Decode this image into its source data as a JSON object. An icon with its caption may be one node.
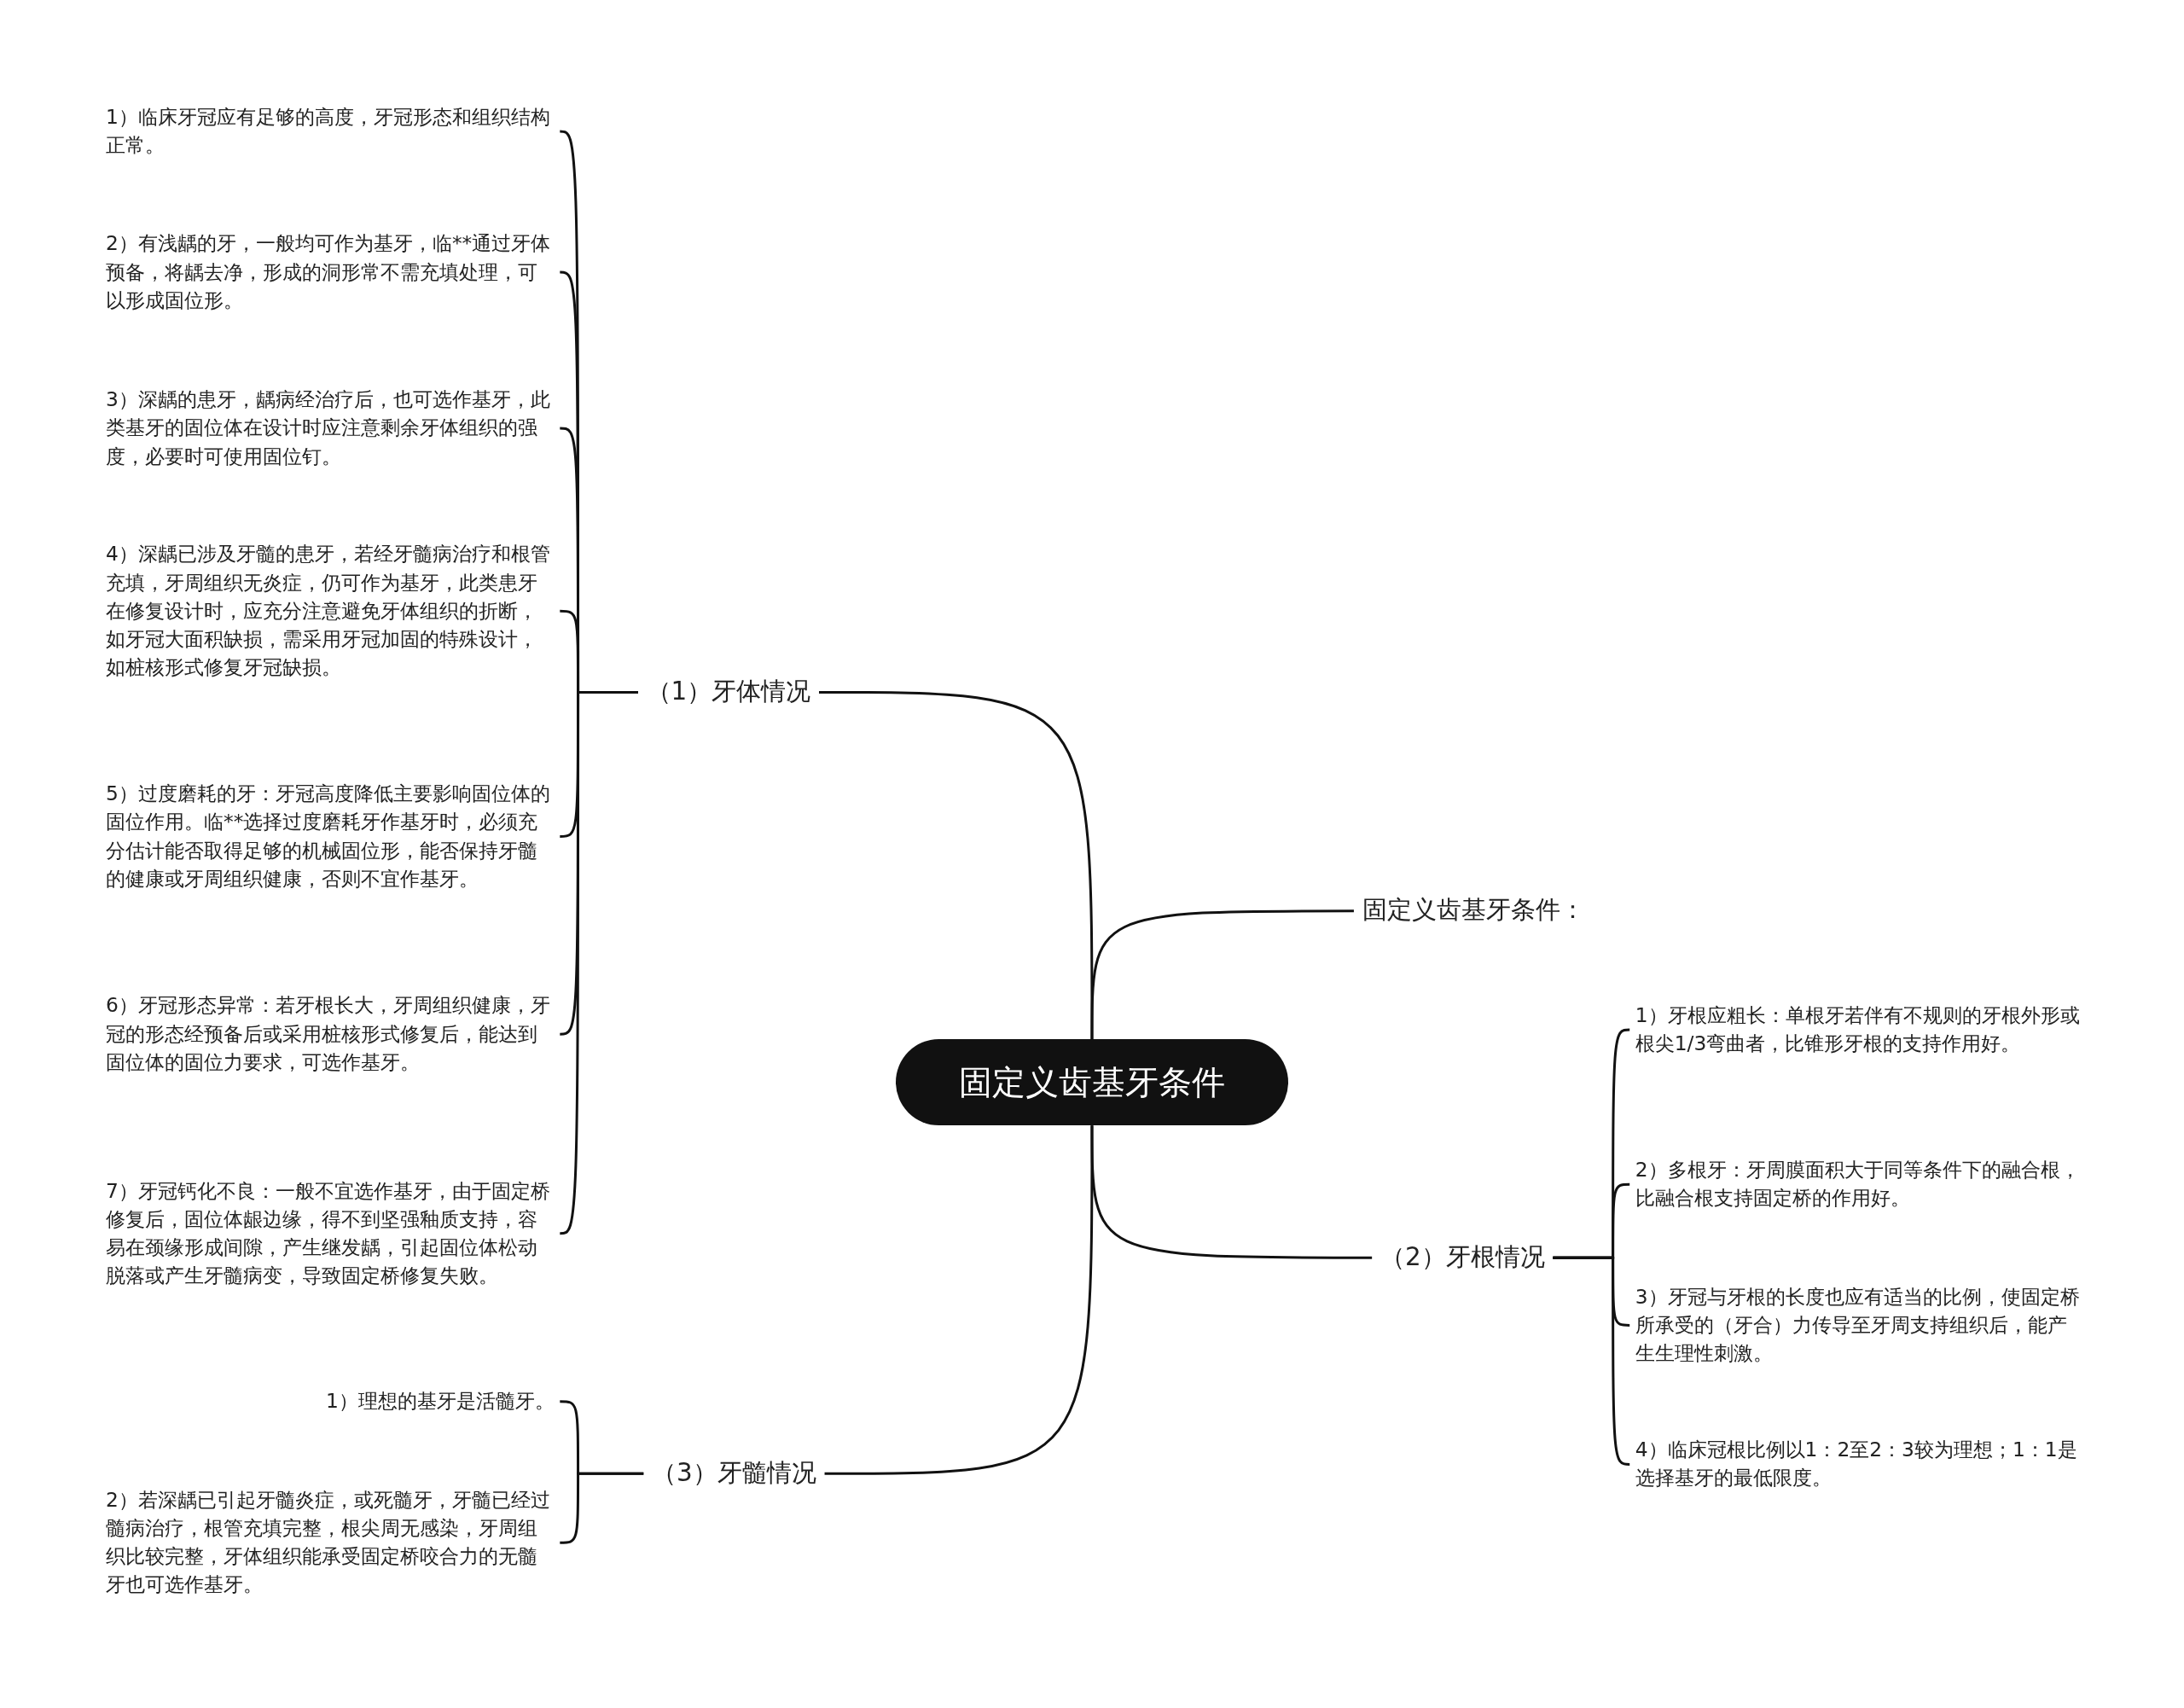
{
  "diagram": {
    "nodes": [
      {
        "text": [
          "固定义齿基牙条件"
        ]
      },
      {
        "text": [
          "（1）牙体情况"
        ]
      },
      {
        "text": [
          "1）临床牙冠应有足够的高度，牙冠形态和组织结构正常。"
        ]
      },
      {
        "text": [
          "2）有浅龋的牙，一般均可作为基牙，临**通过牙体预备，将龋去净，形成的洞形常不需充填处理，可以形成固位形。"
        ]
      },
      {
        "text": [
          "3）深龋的患牙，龋病经治疗后，也可选作基牙，此类基牙的固位体在设计时应注意剩余牙体组织的强度，必要时可使用固位钉。"
        ]
      },
      {
        "text": [
          "4）深龋已涉及牙髓的患牙，若经牙髓病治疗和根管充填，牙周组织无炎症，仍可作为基牙，此类患牙在修复设计时，应充分注意避免牙体组织的折断，如牙冠大面积缺损，需采用牙冠加固的特殊设计，如桩核形式修复牙冠缺损。"
        ]
      },
      {
        "text": [
          "5）过度磨耗的牙：牙冠高度降低主要影响固位体的固位作用。临**选择过度磨耗牙作基牙时，必须充分估计能否取得足够的机械固位形，能否保持牙髓的健康或牙周组织健康，否则不宜作基牙。"
        ]
      },
      {
        "text": [
          "6）牙冠形态异常：若牙根长大，牙周组织健康，牙冠的形态经预备后或采用桩核形式修复后，能达到固位体的固位力要求，可选作基牙。"
        ]
      },
      {
        "text": [
          "7）牙冠钙化不良：一般不宜选作基牙，由于固定桥修复后，固位体龈边缘，得不到坚强釉质支持，容易在颈缘形成间隙，产生继发龋，引起固位体松动脱落或产生牙髓病变，导致固定桥修复失败。"
        ]
      },
      {
        "text": [
          "固定义齿基牙条件："
        ]
      },
      {
        "text": [
          "（2）牙根情况"
        ]
      },
      {
        "text": [
          "1）牙根应粗长：单根牙若伴有不规则的牙根外形或根尖1/3弯曲者，比锥形牙根的支持作用好。"
        ]
      },
      {
        "text": [
          "2）多根牙：牙周膜面积大于同等条件下的融合根，比融合根支持固定桥的作用好。"
        ]
      },
      {
        "text": [
          "3）牙冠与牙根的长度也应有适当的比例，使固定桥所承受的（牙合）力传导至牙周支持组织后，能产生生理性刺激。"
        ]
      },
      {
        "text": [
          "4）临床冠根比例以1：2至2：3较为理想；1：1是选择基牙的最低限度。"
        ]
      },
      {
        "text": [
          "（3）牙髓情况"
        ]
      },
      {
        "text": [
          "1）理想的基牙是活髓牙。"
        ]
      },
      {
        "text": [
          "2）若深龋已引起牙髓炎症，或死髓牙，牙髓已经过髓病治疗，根管充填完整，根尖周无感染，牙周组织比较完整，牙体组织能承受固定桥咬合力的无髓牙也可选作基牙。"
        ]
      }
    ],
    "edges": [
      {
        "from": 0,
        "to": 1,
        "arrow": "none"
      },
      {
        "from": 1,
        "to": 2,
        "arrow": "none"
      },
      {
        "from": 1,
        "to": 3,
        "arrow": "none"
      },
      {
        "from": 1,
        "to": 4,
        "arrow": "none"
      },
      {
        "from": 1,
        "to": 5,
        "arrow": "none"
      },
      {
        "from": 1,
        "to": 6,
        "arrow": "none"
      },
      {
        "from": 1,
        "to": 7,
        "arrow": "none"
      },
      {
        "from": 1,
        "to": 8,
        "arrow": "none"
      },
      {
        "from": 0,
        "to": 9,
        "arrow": "none"
      },
      {
        "from": 0,
        "to": 10,
        "arrow": "none"
      },
      {
        "from": 10,
        "to": 11,
        "arrow": "none"
      },
      {
        "from": 10,
        "to": 12,
        "arrow": "none"
      },
      {
        "from": 10,
        "to": 13,
        "arrow": "none"
      },
      {
        "from": 10,
        "to": 14,
        "arrow": "none"
      },
      {
        "from": 0,
        "to": 15,
        "arrow": "none"
      },
      {
        "from": 15,
        "to": 16,
        "arrow": "none"
      },
      {
        "from": 15,
        "to": 17,
        "arrow": "none"
      }
    ]
  }
}
